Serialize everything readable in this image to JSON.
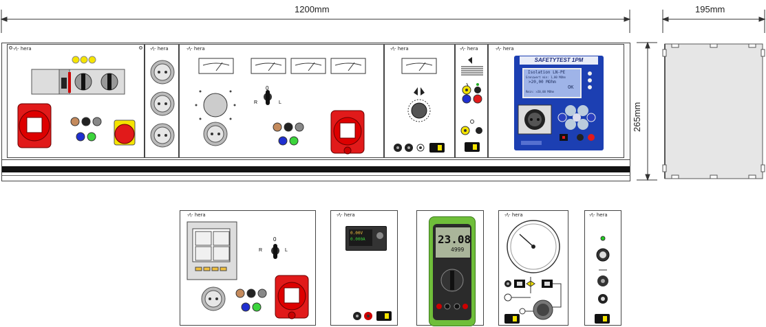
{
  "dimensions": {
    "width_label": "1200mm",
    "depth_label": "195mm",
    "height_label": "265mm"
  },
  "brand": "hera",
  "switch_labels": {
    "zero": "0",
    "right": "R",
    "left": "L"
  },
  "safetytest": {
    "logo": "SAFETYTEST 1PM",
    "display": {
      "line1": "Isolation LN-PE",
      "line2": "Grenzwert min: 1,00 MOhm",
      "line3": ">20,00 MOhm",
      "line4": "Rmin: >20,00 MOhm",
      "status": "OK"
    }
  },
  "dc_supply": {
    "line1": "0.00V",
    "line2": "0.000A"
  },
  "multimeter": {
    "primary": "23.08",
    "secondary": "4999"
  },
  "colors": {
    "cee_red": "#e11a1a",
    "lamp_yellow": "#f5e400",
    "jack_blue": "#1f2fd0",
    "jack_green": "#3cd43c",
    "multimeter_green": "#6fbe3a",
    "display_blue": "#9fb4e8"
  }
}
